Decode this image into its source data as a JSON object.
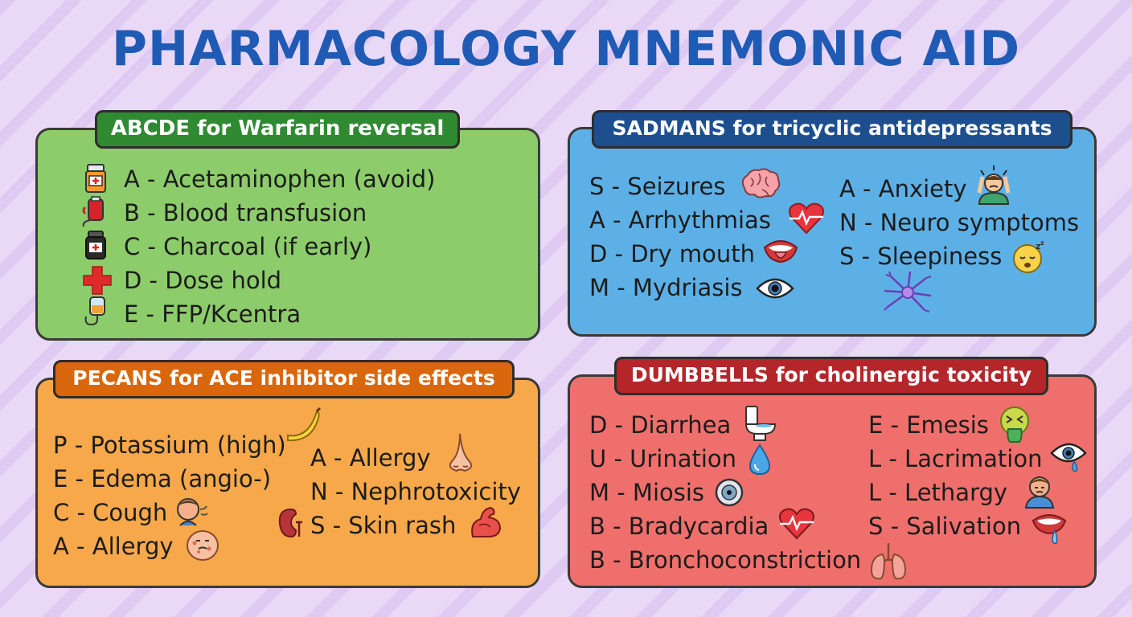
{
  "title": "PHARMACOLOGY MNEMONIC AID",
  "colors": {
    "title": "#1f5bb5",
    "green_card": "#8ccc6b",
    "green_banner": "#2f8a32",
    "blue_card": "#5db0e6",
    "blue_banner": "#1d4f8f",
    "orange_card": "#f6a84a",
    "orange_banner": "#d9670e",
    "red_card": "#ef6f6c",
    "red_banner": "#b5262b"
  },
  "warfarin": {
    "heading": "ABCDE for Warfarin reversal",
    "items": [
      {
        "text": "A - Acetaminophen (avoid)",
        "icon": "pill-bottle-icon"
      },
      {
        "text": "B - Blood transfusion",
        "icon": "blood-bag-icon"
      },
      {
        "text": "C - Charcoal (if early)",
        "icon": "charcoal-jar-icon"
      },
      {
        "text": "D - Dose hold",
        "icon": "red-cross-icon"
      },
      {
        "text": "E - FFP/Kcentra",
        "icon": "iv-bag-icon"
      }
    ]
  },
  "tca": {
    "heading": "SADMANS for tricyclic antidepressants",
    "left": [
      {
        "text": "S - Seizures",
        "icon": "brain-icon"
      },
      {
        "text": "A - Arrhythmias",
        "icon": "heart-ecg-icon"
      },
      {
        "text": "D - Dry mouth",
        "icon": "mouth-icon"
      },
      {
        "text": "M - Mydriasis",
        "icon": "eye-icon"
      }
    ],
    "right": [
      {
        "text": "A - Anxiety",
        "icon": "anxious-person-icon"
      },
      {
        "text": "N - Neuro symptoms",
        "icon": "neuron-icon"
      },
      {
        "text": "S - Sleepiness",
        "icon": "sleepy-face-icon"
      }
    ]
  },
  "ace": {
    "heading": "PECANS for ACE inhibitor side effects",
    "left": [
      {
        "text": "P - Potassium (high)",
        "icon": "banana-icon"
      },
      {
        "text": "E - Edema (angio-)",
        "icon": ""
      },
      {
        "text": "C - Cough",
        "icon": "coughing-person-icon"
      },
      {
        "text": "A - Allergy",
        "icon": "swollen-face-icon"
      }
    ],
    "right": [
      {
        "text": "A - Allergy",
        "icon": "nose-icon"
      },
      {
        "text": "N - Nephrotoxicity",
        "icon": "kidney-icon"
      },
      {
        "text": "S - Skin rash",
        "icon": "flexed-arm-icon"
      }
    ]
  },
  "cholinergic": {
    "heading": "DUMBBELLS for cholinergic toxicity",
    "left": [
      {
        "text": "D - Diarrhea",
        "icon": "toilet-icon"
      },
      {
        "text": "U - Urination",
        "icon": "water-drop-icon"
      },
      {
        "text": "M - Miosis",
        "icon": "small-pupil-eye-icon"
      },
      {
        "text": "B - Bradycardia",
        "icon": "heart-ecg-icon"
      },
      {
        "text": "B - Bronchoconstriction",
        "icon": "lungs-icon"
      }
    ],
    "right": [
      {
        "text": "E - Emesis",
        "icon": "vomiting-face-icon"
      },
      {
        "text": "L - Lacrimation",
        "icon": "tearing-eye-icon"
      },
      {
        "text": "L - Lethargy",
        "icon": "tired-person-icon"
      },
      {
        "text": "S - Salivation",
        "icon": "drooling-mouth-icon"
      }
    ]
  }
}
